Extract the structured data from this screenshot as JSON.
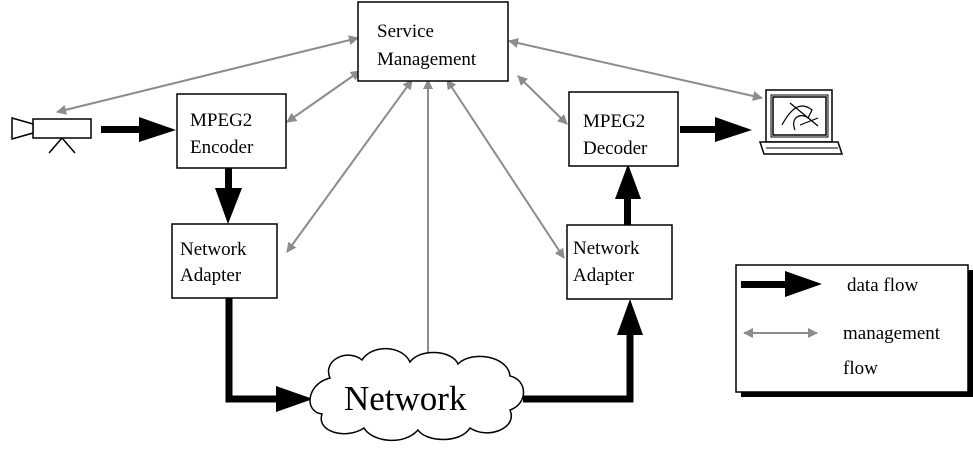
{
  "nodes": {
    "service_management": [
      "Service",
      "Management"
    ],
    "encoder": [
      "MPEG2",
      "Encoder"
    ],
    "decoder": [
      "MPEG2",
      "Decoder"
    ],
    "adapter_left": [
      "Network",
      "Adapter"
    ],
    "adapter_right": [
      "Network",
      "Adapter"
    ],
    "network": "Network"
  },
  "legend": {
    "data_flow": "data flow",
    "management_flow": [
      "management",
      "flow"
    ]
  },
  "colors": {
    "data_flow": "#000000",
    "management_flow": "#8c8c8c",
    "shadow": "#000000"
  },
  "icons": [
    "camera-icon",
    "monitor-icon"
  ]
}
